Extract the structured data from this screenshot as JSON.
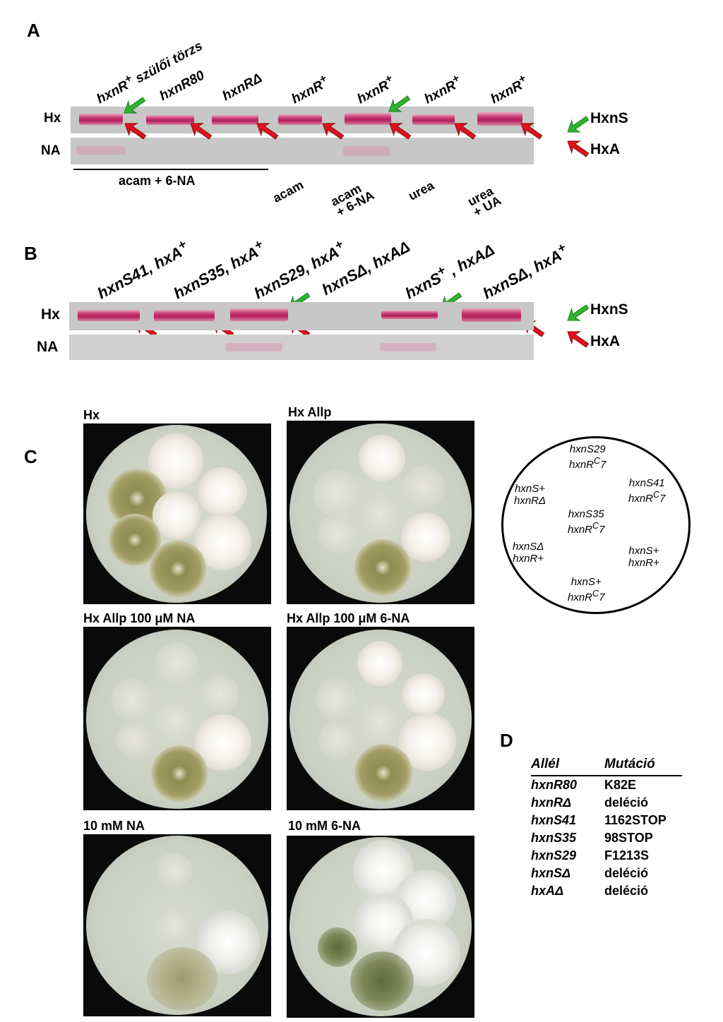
{
  "panels": {
    "a": "A",
    "b": "B",
    "c": "C",
    "d": "D"
  },
  "colors": {
    "hxns_arrow": "#2db52d",
    "hxa_arrow": "#e0121a",
    "band": "#b21f5c",
    "strip": "#c7c7c7"
  },
  "panel_a": {
    "lanes": [
      {
        "name": "hxnR",
        "sup": "+",
        "suffix": " szülői törzs"
      },
      {
        "name": "hxnR80",
        "sup": "",
        "suffix": ""
      },
      {
        "name": "hxnRΔ",
        "sup": "",
        "suffix": ""
      },
      {
        "name": "hxnR",
        "sup": "+",
        "suffix": ""
      },
      {
        "name": "hxnR",
        "sup": "+",
        "suffix": ""
      },
      {
        "name": "hxnR",
        "sup": "+",
        "suffix": ""
      },
      {
        "name": "hxnR",
        "sup": "+",
        "suffix": ""
      }
    ],
    "row_hx": "Hx",
    "row_na": "NA",
    "group_label": "acam + 6-NA",
    "conditions": [
      "acam",
      "acam\n+ 6-NA",
      "urea",
      "urea\n+ UA"
    ]
  },
  "legend": {
    "hxns": "HxnS",
    "hxa": "HxA"
  },
  "panel_b": {
    "lanes": [
      {
        "a": "hxnS41",
        "asup": "",
        "b": "hxA",
        "bsup": "+"
      },
      {
        "a": "hxnS35",
        "asup": "",
        "b": "hxA",
        "bsup": "+"
      },
      {
        "a": "hxnS29",
        "asup": "",
        "b": "hxA",
        "bsup": "+"
      },
      {
        "a": "hxnSΔ",
        "asup": "",
        "b": "hxAΔ",
        "bsup": ""
      },
      {
        "a": "hxnS",
        "asup": "+",
        "b": "hxAΔ",
        "bsup": ""
      },
      {
        "a": "hxnSΔ",
        "asup": "",
        "b": "hxA",
        "bsup": "+"
      }
    ],
    "row_hx": "Hx",
    "row_na": "NA"
  },
  "panel_c": {
    "plates": [
      "Hx",
      "Hx Allp",
      "Hx Allp 100 μM NA",
      "Hx Allp 100 μM 6-NA",
      "10 mM NA",
      "10 mM 6-NA"
    ],
    "map": [
      {
        "l1": "hxnS29",
        "l2a": "hxnR",
        "l2sup": "C",
        "l2b": "7"
      },
      {
        "l1": "hxnS41",
        "l2a": "hxnR",
        "l2sup": "C",
        "l2b": "7"
      },
      {
        "l1": "hxnS+",
        "l2a": "hxnR+",
        "l2sup": "",
        "l2b": ""
      },
      {
        "l1": "hxnS+",
        "l2a": "hxnR",
        "l2sup": "C",
        "l2b": "7"
      },
      {
        "l1": "hxnSΔ",
        "l2a": "hxnR+",
        "l2sup": "",
        "l2b": ""
      },
      {
        "l1": "hxnS+",
        "l2a": "hxnRΔ",
        "l2sup": "",
        "l2b": ""
      },
      {
        "l1": "hxnS35",
        "l2a": "hxnR",
        "l2sup": "C",
        "l2b": "7"
      }
    ]
  },
  "panel_d": {
    "headers": [
      "Allél",
      "Mutáció"
    ],
    "rows": [
      [
        "hxnR80",
        "K82E"
      ],
      [
        "hxnRΔ",
        "deléció"
      ],
      [
        "hxnS41",
        "1162STOP"
      ],
      [
        "hxnS35",
        "98STOP"
      ],
      [
        "hxnS29",
        "F1213S"
      ],
      [
        "hxnSΔ",
        "deléció"
      ],
      [
        "hxAΔ",
        "deléció"
      ]
    ]
  }
}
